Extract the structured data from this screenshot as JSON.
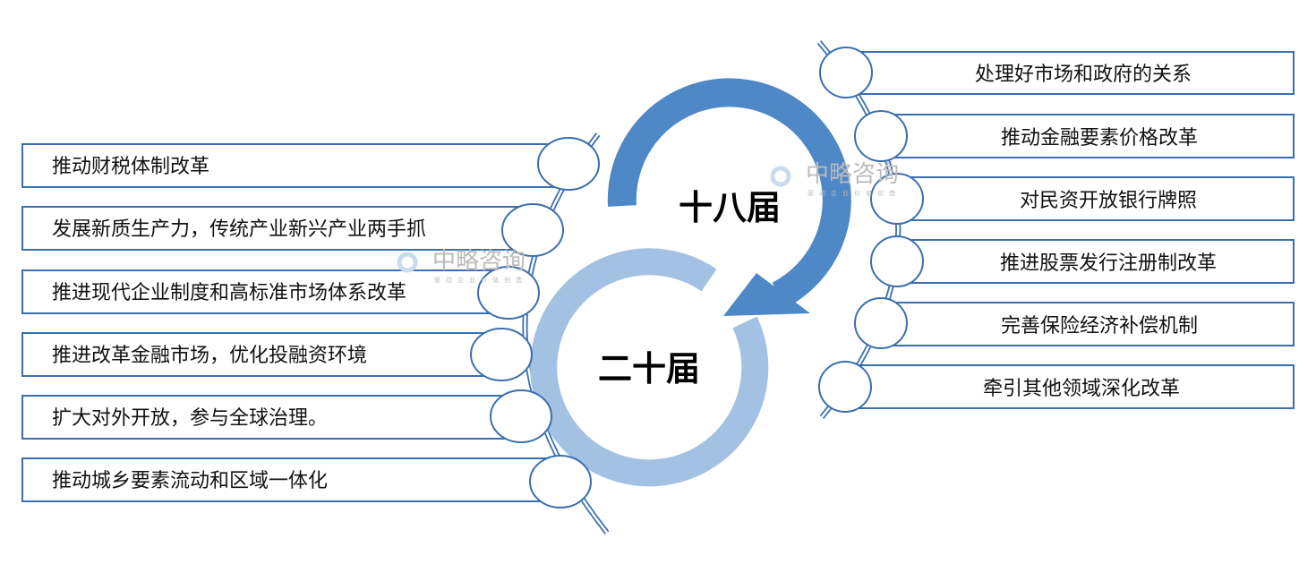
{
  "center": {
    "top_label": "十八届",
    "bottom_label": "二十届"
  },
  "left_items": [
    "推动财税体制改革",
    "发展新质生产力，传统产业新兴产业两手抓",
    "推进现代企业制度和高标准市场体系改革",
    "推进改革金融市场，优化投融资环境",
    "扩大对外开放，参与全球治理。",
    "推动城乡要素流动和区域一体化"
  ],
  "right_items": [
    "处理好市场和政府的关系",
    "推动金融要素价格改革",
    "对民资开放银行牌照",
    "推进股票发行注册制改革",
    "完善保险经济补偿机制",
    "牵引其他领域深化改革"
  ],
  "watermark": {
    "name": "中略咨询",
    "slogan": "驱动企业价值创造"
  },
  "colors": {
    "dark_ring": "#4f88c6",
    "light_ring": "#a3c1e2",
    "outline": "#3a6fb0"
  }
}
